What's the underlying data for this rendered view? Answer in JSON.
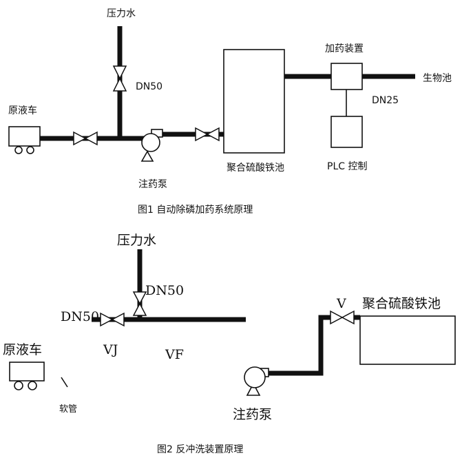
{
  "figure1": {
    "caption": "图1  自动除磷加药系统原理",
    "labels": {
      "pressure_water": "压力水",
      "dn50": "DN50",
      "raw_tank": "原液车",
      "pump": "注药泵",
      "ferric_tank": "聚合硫酸铁池",
      "dosing_device": "加药装置",
      "dn25": "DN25",
      "bio_tank": "生物池",
      "plc": "PLC 控制"
    }
  },
  "figure2": {
    "caption": "图2  反冲洗装置原理",
    "labels": {
      "pressure_water": "压力水",
      "dn50_vertical": "DN50",
      "dn50_left": "DN50",
      "raw_tank": "原液车",
      "hose": "软管",
      "valve_vj": "VJ",
      "valve_vf": "VF",
      "valve_v": "V",
      "ferric_tank": "聚合硫酸铁池",
      "pump": "注药泵"
    }
  }
}
